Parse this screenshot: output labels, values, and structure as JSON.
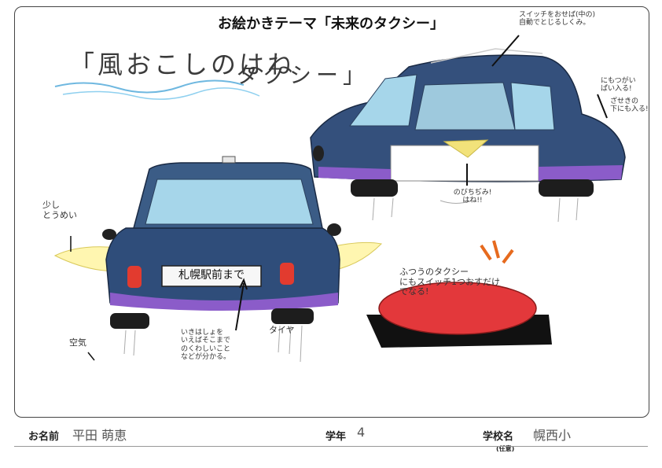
{
  "theme_title": "お絵かきテーマ「未来のタクシー」",
  "drawing": {
    "title_line1": "「風おこしのはね",
    "title_line2": "タクシー」",
    "annotations": {
      "roof_switch": "スイッチをおせば(中の)\n自動でとじるしくみ。",
      "many_people": "にもつがい\nぱい入る!",
      "under_seat": "ざせきの\n下にも入る!",
      "stretch_wing": "のびちぢみ!\nはね!!",
      "translucent": "少し\nとうめい",
      "sky": "空気",
      "plate_note": "いきはしょを\nいえばそこまで\nのくわしいこと\nなどが分かる。",
      "tire": "タイヤ",
      "normal_taxi": "ふつうのタクシー\nにもスイッチ1つおすだけ\nでなる!"
    },
    "license_plate": "札幌駅前まで"
  },
  "footer": {
    "name_label": "お名前",
    "name_value": "平田 萌恵",
    "grade_label": "学年",
    "grade_value": "4",
    "school_label": "学校名",
    "school_note": "(任意)",
    "school_value": "幌西小"
  }
}
